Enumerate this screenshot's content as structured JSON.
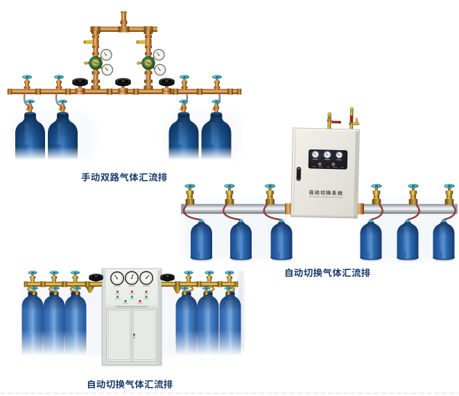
{
  "page": {
    "background": "#ffffff",
    "kind": "product catalog photos"
  },
  "products": [
    {
      "caption": "手动双路气体汇流排",
      "cylinder_count": 4,
      "gauge_count": 4
    },
    {
      "caption": "自动切换气体汇流排",
      "cylinder_count": 6,
      "cabinet": {
        "title": "自动切换系统",
        "subtitle": "AUTOMATIC MANIFOLD SYSTEM",
        "gauge_count": 3
      }
    },
    {
      "caption": "自动切换气体汇流排",
      "cylinder_count": 6,
      "cabinet": {
        "gauge_count": 3
      }
    }
  ],
  "colors": {
    "caption": "#1a3a6e",
    "brass_pipe": "#c8863a",
    "gold_pipe": "#c89e32",
    "cylinder_blue": "#2d69b2",
    "teal_handle": "#3fa3b8",
    "rail_silver": "#c6cbcf",
    "regulator_green": "#1e6f31",
    "indicator_red": "#c23028",
    "indicator_green": "#22a04a"
  }
}
